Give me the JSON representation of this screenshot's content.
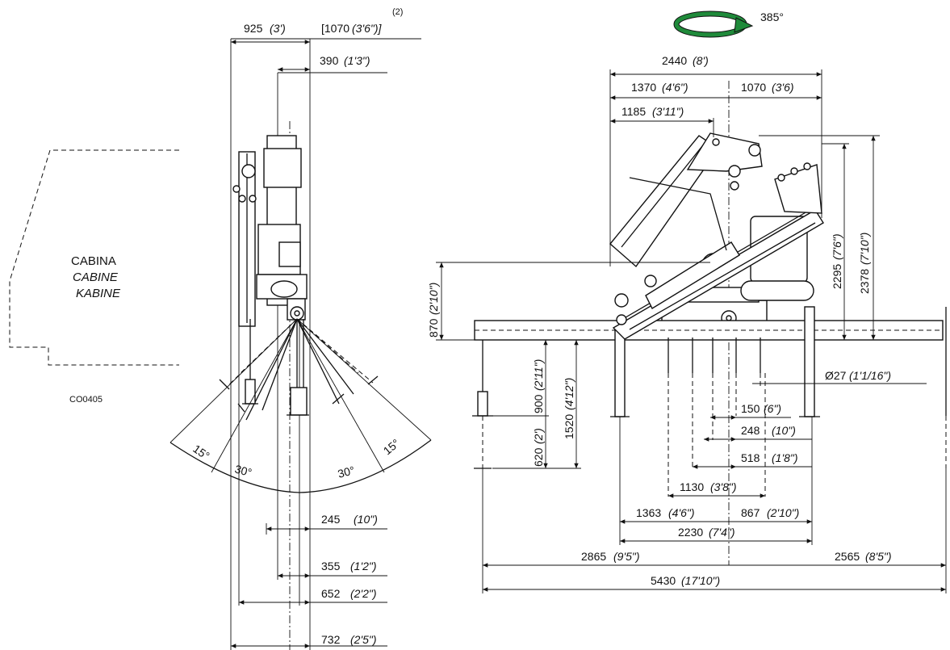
{
  "drawing_code": "CO0405",
  "rotation": {
    "value": "385°",
    "arrow_color": "#1f8a3a"
  },
  "cabin": {
    "line1": "CABINA",
    "line2": "CABINE",
    "line3": "KABINE"
  },
  "side_view": {
    "top_dim_1": "925",
    "top_dim_1_imp": "(3')",
    "top_dim_2": "[1070",
    "top_dim_2_imp": "(3'6\")]",
    "top_note": "(2)",
    "d390": "390",
    "d390_imp": "(1'3\")",
    "d245": "245",
    "d245_imp": "(10\")",
    "d355": "355",
    "d355_imp": "(1'2\")",
    "d652": "652",
    "d652_imp": "(2'2\")",
    "d732": "732",
    "d732_imp": "(2'5\")",
    "angle_15": "15°",
    "angle_30": "30°"
  },
  "front_view": {
    "d2440": "2440",
    "d2440_imp": "(8')",
    "d1370": "1370",
    "d1370_imp": "(4'6\")",
    "d1070": "1070",
    "d1070_imp": "(3'6)",
    "d1185": "1185",
    "d1185_imp": "(3'11\")",
    "d2295": "2295",
    "d2295_imp": "(7'6\")",
    "d2378": "2378",
    "d2378_imp": "(7'10\")",
    "d870": "870",
    "d870_imp": "(2'10\")",
    "d620": "620",
    "d620_imp": "(2')",
    "d900": "900",
    "d900_imp": "(2'11\")",
    "d1520": "1520",
    "d1520_imp": "(4'12\")",
    "dia27": "Ø27",
    "dia27_imp": "(1'1/16\")",
    "d150": "150",
    "d150_imp": "(6\")",
    "d248": "248",
    "d248_imp": "(10\")",
    "d518": "518",
    "d518_imp": "(1'8\")",
    "d1130": "1130",
    "d1130_imp": "(3'8\")",
    "d1363": "1363",
    "d1363_imp": "(4'6\")",
    "d867": "867",
    "d867_imp": "(2'10\")",
    "d2230": "2230",
    "d2230_imp": "(7'4\")",
    "d2865": "2865",
    "d2865_imp": "(9'5\")",
    "d2565": "2565",
    "d2565_imp": "(8'5\")",
    "d5430": "5430",
    "d5430_imp": "(17'10\")"
  }
}
